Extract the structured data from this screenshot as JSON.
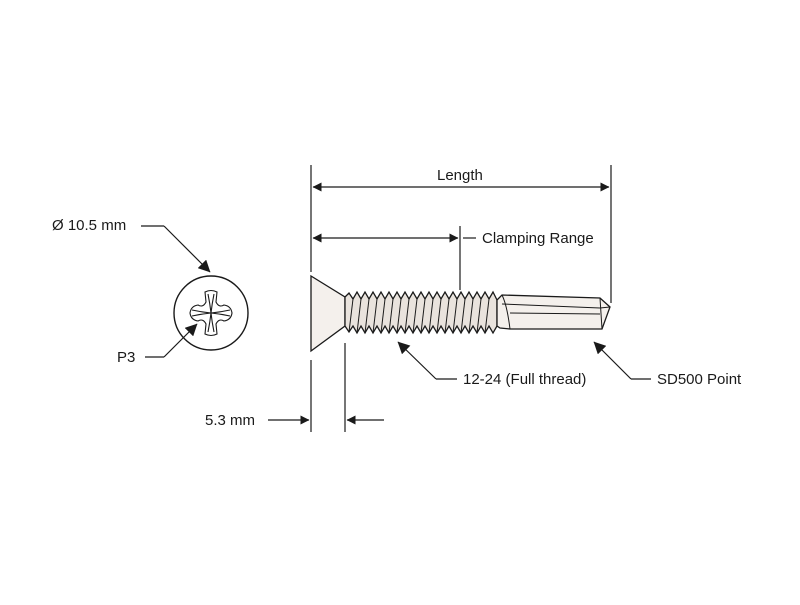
{
  "colors": {
    "line": "#1a1a1a",
    "screw_fill": "#f4f0ec",
    "thread_fill": "#e9e3dd",
    "background": "#ffffff"
  },
  "labels": {
    "length": "Length",
    "clamping_range": "Clamping Range",
    "head_diameter": "Ø 10.5 mm",
    "drive": "P3",
    "thread": "12-24 (Full thread)",
    "point": "SD500 Point",
    "head_height": "5.3 mm"
  },
  "icons": {
    "drive": "phillips-drive-icon",
    "arrow": "arrowhead"
  }
}
